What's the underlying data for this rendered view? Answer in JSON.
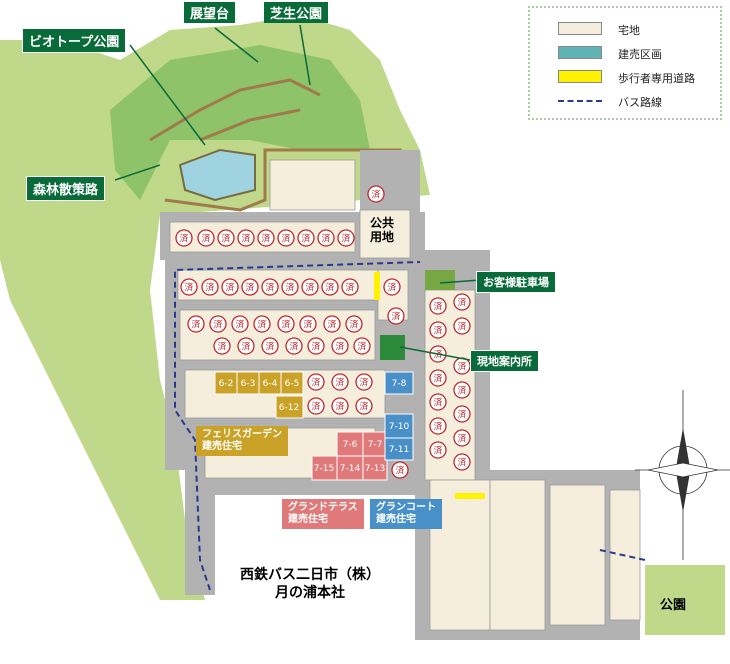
{
  "labels": {
    "observatory": "展望台",
    "lawn_park": "芝生公園",
    "biotope_park": "ビオトープ公園",
    "forest_path": "森林散策路",
    "public_land_1": "公共",
    "public_land_2": "用地",
    "customer_parking": "お客様駐車場",
    "site_office": "現地案内所",
    "bus_company_1": "西鉄バス二日市（株）",
    "bus_company_2": "月の浦本社",
    "park": "公園"
  },
  "callouts": {
    "feliz_1": "フェリスガーデン",
    "feliz_2": "建売住宅",
    "grand_terrace_1": "グランドテラス",
    "grand_terrace_2": "建売住宅",
    "grand_court_1": "グランコート",
    "grand_court_2": "建売住宅"
  },
  "legend": {
    "items": [
      {
        "label": "宅地",
        "color": "#f5eedc"
      },
      {
        "label": "建売区画",
        "color": "#5fb3b3"
      },
      {
        "label": "歩行者専用道路",
        "color": "#fff200"
      },
      {
        "label": "バス路線",
        "color": "#2a3a8c"
      }
    ]
  },
  "sold_mark": "済",
  "colors": {
    "feliz": "#c9a227",
    "grand_terrace": "#e07a7a",
    "grand_court": "#4a90c8",
    "green_dark": "#0a6b3a",
    "lot": "#f5eedc",
    "road": "#b2b2b2",
    "forest": "#bfd88a"
  },
  "lots": {
    "feliz": [
      "6-2",
      "6-3",
      "6-4",
      "6-5",
      "6-12"
    ],
    "grand_terrace": [
      "7-6",
      "7-7",
      "7-15",
      "7-14",
      "7-13"
    ],
    "grand_court": [
      "7-8",
      "7-10",
      "7-11"
    ]
  }
}
